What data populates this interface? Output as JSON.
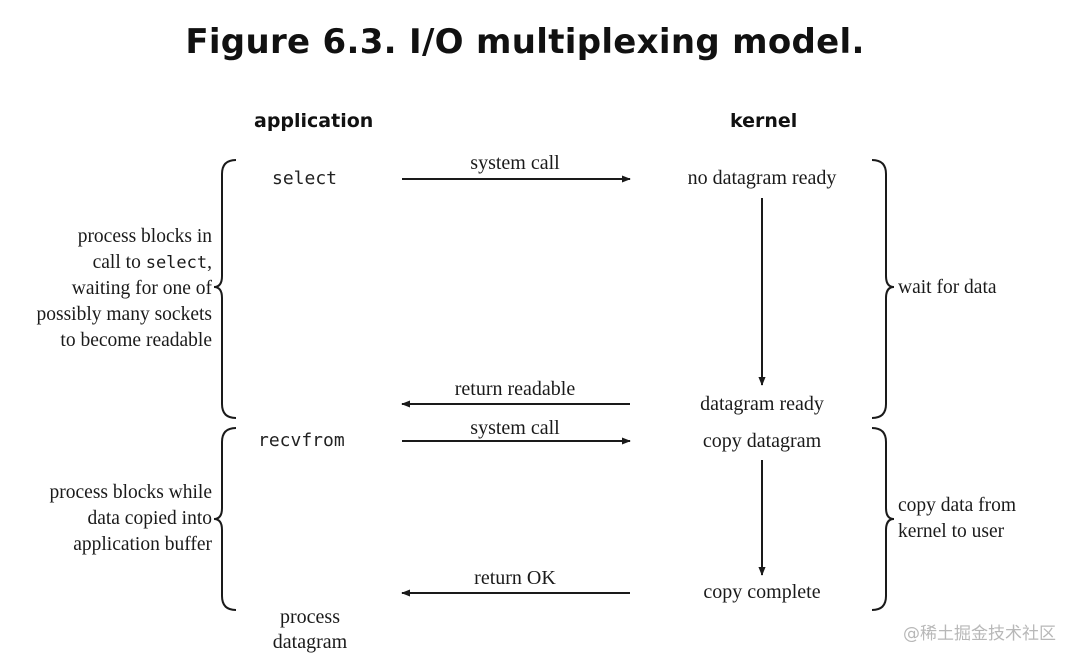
{
  "title": "Figure 6.3. I/O multiplexing model.",
  "columns": {
    "application": "application",
    "kernel": "kernel"
  },
  "app_calls": {
    "select": "select",
    "recvfrom": "recvfrom",
    "process_line1": "process",
    "process_line2": "datagram"
  },
  "arrows": {
    "system_call_1": "system call",
    "return_readable": "return readable",
    "system_call_2": "system call",
    "return_ok": "return OK"
  },
  "kernel_states": {
    "no_datagram_ready": "no datagram ready",
    "datagram_ready": "datagram ready",
    "copy_datagram": "copy datagram",
    "copy_complete": "copy complete"
  },
  "left_notes": {
    "blocks_select": {
      "line1": "process blocks in",
      "line2_pre": "call to ",
      "line2_code": "select",
      "line2_post": ",",
      "line3": "waiting for one of",
      "line4": "possibly many sockets",
      "line5": "to become readable"
    },
    "blocks_copy": {
      "line1": "process blocks while",
      "line2": "data copied into",
      "line3": "application buffer"
    }
  },
  "right_notes": {
    "wait_for_data": "wait for data",
    "copy_line1": "copy data from",
    "copy_line2": "kernel to user"
  },
  "watermark": "@稀土掘金技术社区"
}
